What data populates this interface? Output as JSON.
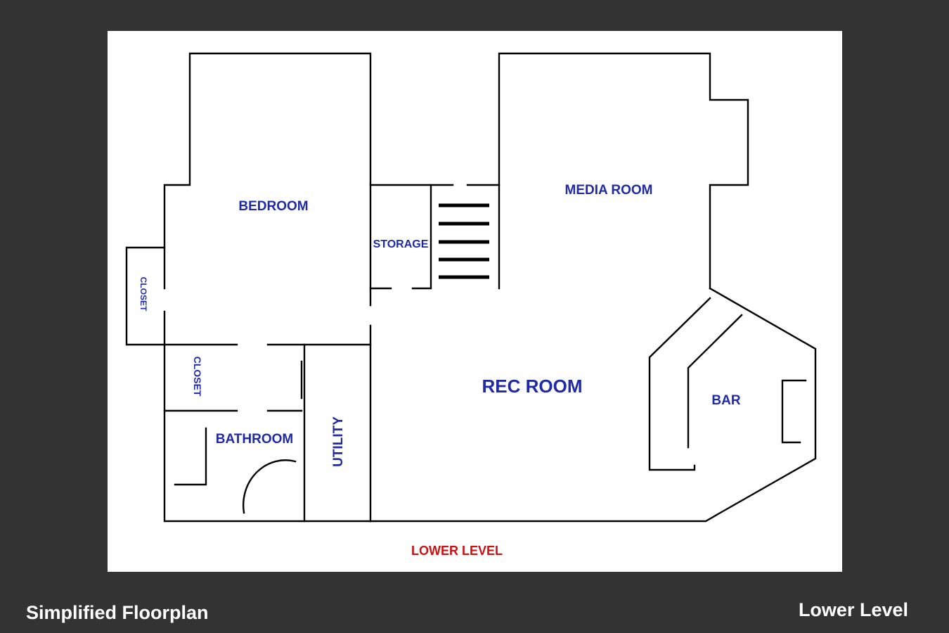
{
  "caption": {
    "left": "Simplified Floorplan",
    "right": "Lower Level"
  },
  "plan": {
    "level_label": "LOWER LEVEL",
    "rooms": {
      "bedroom": "BEDROOM",
      "storage": "STORAGE",
      "media_room": "MEDIA ROOM",
      "closet_1": "CLOSET",
      "closet_2": "CLOSET",
      "bathroom": "BATHROOM",
      "utility": "UTILITY",
      "rec_room": "REC ROOM",
      "bar": "BAR"
    },
    "colors": {
      "room_label": "#1f2aa8",
      "level_label": "#cc1111",
      "walls": "#000000",
      "background": "#333333",
      "panel": "#ffffff"
    }
  }
}
